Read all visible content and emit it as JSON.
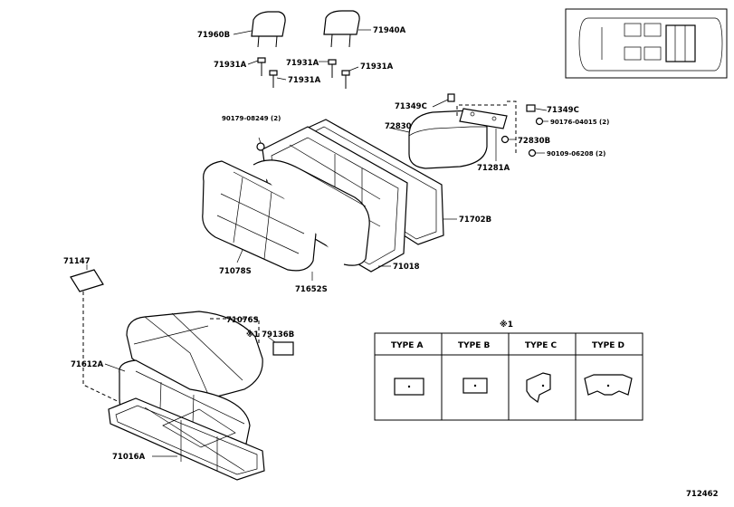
{
  "labels": {
    "p71960B": "71960B",
    "p71940A": "71940A",
    "p71931A_1": "71931A",
    "p71931A_2": "71931A",
    "p71931A_3": "71931A",
    "p71931A_4": "71931A",
    "p71349C_1": "71349C",
    "p71349C_2": "71349C",
    "p90179": "90179-08249 (2)",
    "p72830": "72830",
    "p90176": "90176-04015 (2)",
    "p72830B": "72830B",
    "p90109": "90109-06208 (2)",
    "p71281A": "71281A",
    "p71702B": "71702B",
    "p71078S": "71078S",
    "p71652S": "71652S",
    "p71018": "71018",
    "p71147": "71147",
    "p71076S": "71076S",
    "p79136B": "※1 79136B",
    "p71612A": "71612A",
    "p71016A": "71016A",
    "figure_no": "712462"
  },
  "type_table": {
    "title": "※1",
    "headers": [
      "TYPE A",
      "TYPE B",
      "TYPE C",
      "TYPE D"
    ]
  },
  "icons": [
    "headrest-icon",
    "bolt-icon",
    "seat-back-icon",
    "seat-cushion-icon",
    "armrest-icon",
    "car-top-view-icon",
    "pad-icon"
  ]
}
